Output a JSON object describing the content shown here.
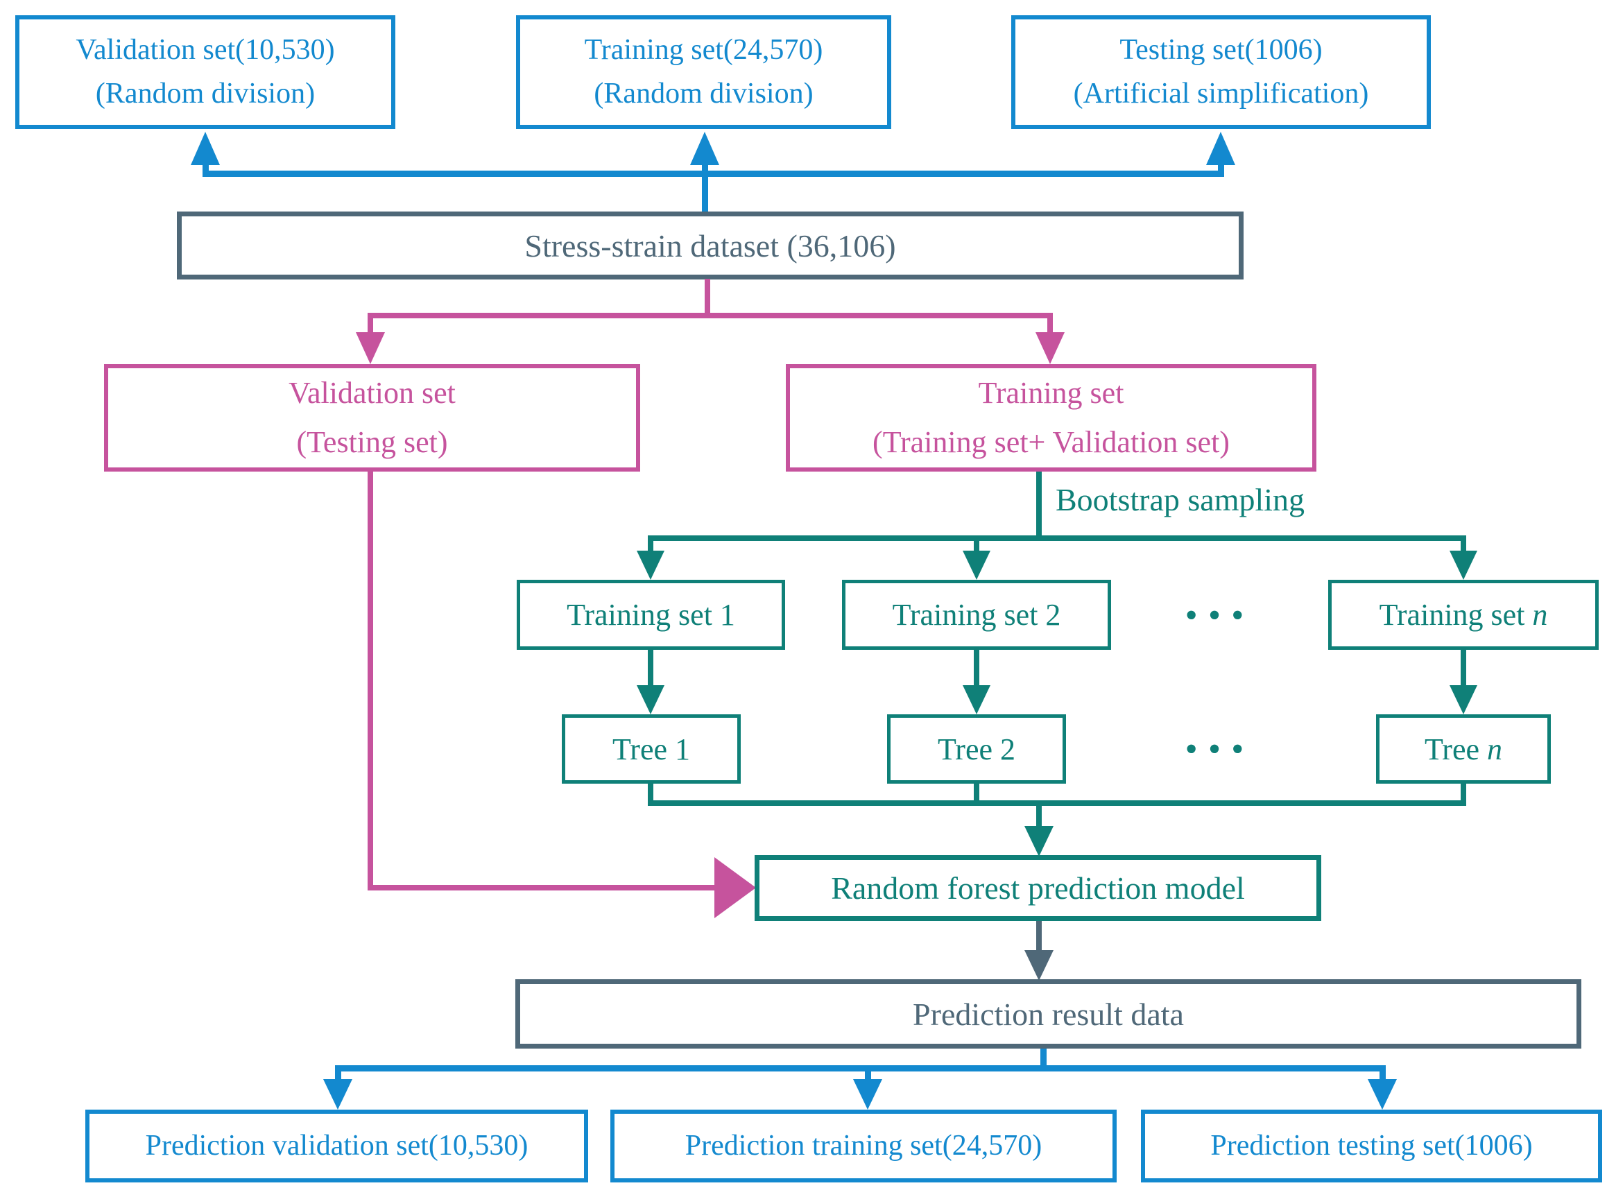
{
  "colors": {
    "blue": "#1389cf",
    "pink": "#c6539d",
    "teal": "#0f8078",
    "slate": "#4f6878"
  },
  "top_row": {
    "validation": {
      "line1": "Validation set(10,530)",
      "line2": "(Random division)"
    },
    "training": {
      "line1": "Training set(24,570)",
      "line2": "(Random division)"
    },
    "testing": {
      "line1": "Testing set(1006)",
      "line2": "(Artificial simplification)"
    }
  },
  "dataset": {
    "label": "Stress-strain dataset (36,106)"
  },
  "division": {
    "validation": {
      "line1": "Validation set",
      "line2": "(Testing set)"
    },
    "training": {
      "line1": "Training set",
      "line2": "(Training set+ Validation set)"
    }
  },
  "bootstrap": {
    "label": "Bootstrap sampling"
  },
  "forest": {
    "dots": "···",
    "training_sets": [
      {
        "prefix": "Training set 1",
        "n": ""
      },
      {
        "prefix": "Training set 2",
        "n": ""
      },
      {
        "prefix": "Training set",
        "n": "n"
      }
    ],
    "trees": [
      {
        "prefix": "Tree 1",
        "n": ""
      },
      {
        "prefix": "Tree 2",
        "n": ""
      },
      {
        "prefix": "Tree",
        "n": "n"
      }
    ],
    "model_label": "Random forest prediction model"
  },
  "result": {
    "label": "Prediction result data"
  },
  "bottom_row": {
    "validation": "Prediction validation set(10,530)",
    "training": "Prediction training set(24,570)",
    "testing": "Prediction testing set(1006)"
  }
}
